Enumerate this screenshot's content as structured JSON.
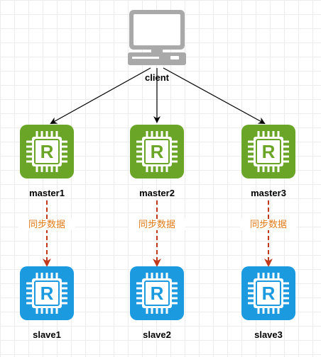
{
  "client": {
    "label": "client",
    "icon": "desktop-computer-icon"
  },
  "masters": [
    {
      "label": "master1",
      "icon": "redis-icon",
      "color": "#6aa527"
    },
    {
      "label": "master2",
      "icon": "redis-icon",
      "color": "#6aa527"
    },
    {
      "label": "master3",
      "icon": "redis-icon",
      "color": "#6aa527"
    }
  ],
  "slaves": [
    {
      "label": "slave1",
      "icon": "redis-icon",
      "color": "#1b9ae0"
    },
    {
      "label": "slave2",
      "icon": "redis-icon",
      "color": "#1b9ae0"
    },
    {
      "label": "slave3",
      "icon": "redis-icon",
      "color": "#1b9ae0"
    }
  ],
  "edges": {
    "sync_label": "同步数据",
    "sync_color": "#c0391b",
    "client_edge_color": "#000000"
  }
}
